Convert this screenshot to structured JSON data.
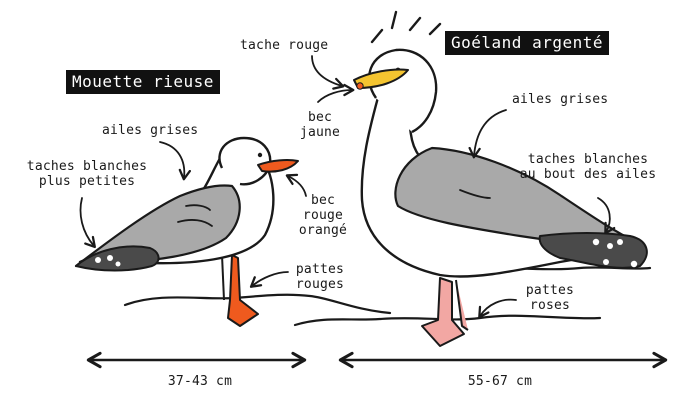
{
  "left_bird": {
    "title": "Mouette rieuse",
    "labels": {
      "wings": "ailes grises",
      "spots_line1": "taches blanches",
      "spots_line2": "plus petites",
      "beak_line1": "bec",
      "beak_line2": "rouge",
      "beak_line3": "orangé",
      "legs_line1": "pattes",
      "legs_line2": "rouges"
    },
    "size": "37-43 cm"
  },
  "right_bird": {
    "title": "Goéland argenté",
    "labels": {
      "red_spot": "tache rouge",
      "beak_line1": "bec",
      "beak_line2": "jaune",
      "wings": "ailes grises",
      "spots_line1": "taches blanches",
      "spots_line2": "au bout des ailes",
      "legs_line1": "pattes",
      "legs_line2": "roses"
    },
    "size": "55-67 cm"
  },
  "colors": {
    "outline": "#1a1a1a",
    "wing_gray": "#a9a9a9",
    "wing_dark": "#4a4a4a",
    "orange_red": "#ef5a1e",
    "yellow": "#f4c430",
    "pink": "#f2a7a3"
  }
}
